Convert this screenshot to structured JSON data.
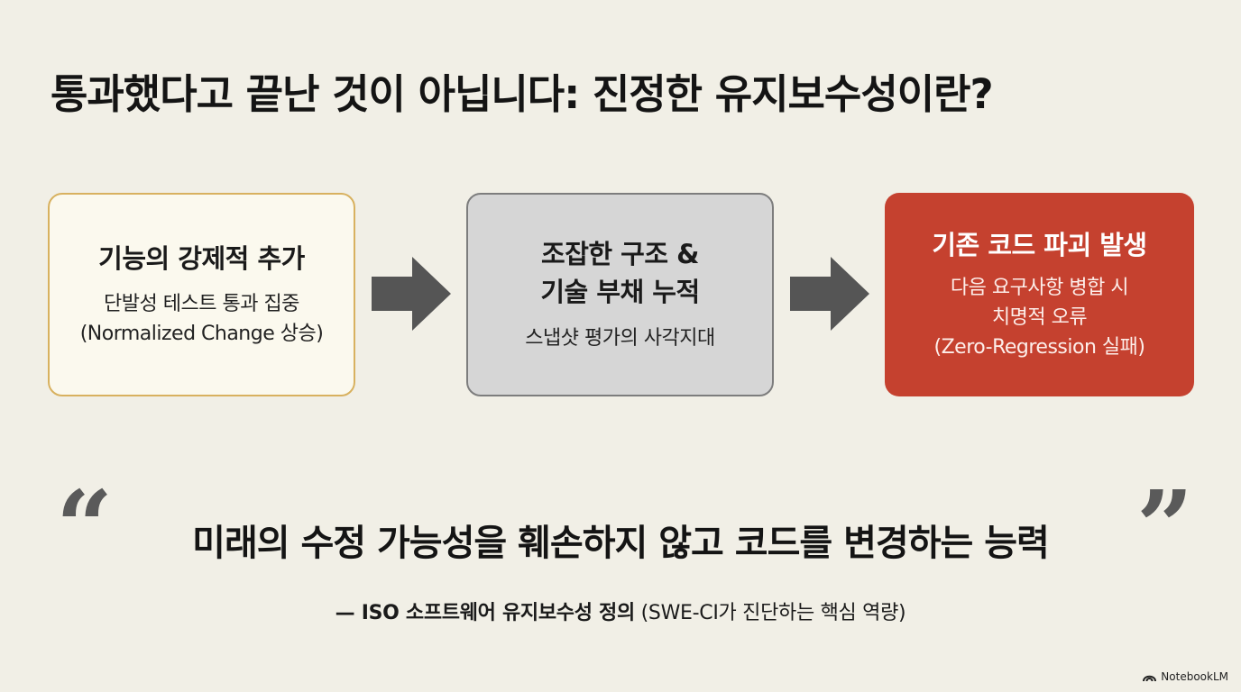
{
  "title": "통과했다고 끝난 것이 아닙니다: 진정한 유지보수성이란?",
  "steps": [
    {
      "title_lines": [
        "기능의 강제적 추가"
      ],
      "desc_lines": [
        "단발성 테스트 통과 집중",
        "(Normalized Change 상승)"
      ]
    },
    {
      "title_lines": [
        "조잡한 구조 &",
        "기술 부채 누적"
      ],
      "desc_lines": [
        "스냅샷 평가의 사각지대"
      ]
    },
    {
      "title_lines": [
        "기존 코드 파괴 발생"
      ],
      "desc_lines": [
        "다음 요구사항 병합 시",
        "치명적 오류",
        "(Zero-Regression 실패)"
      ]
    }
  ],
  "quote": {
    "open_mark": "“",
    "text": "미래의 수정 가능성을 훼손하지 않고 코드를 변경하는 능력",
    "close_mark": "”"
  },
  "attribution": {
    "bold": "— ISO 소프트웨어 유지보수성 정의",
    "rest": " (SWE-CI가 진단하는 핵심 역량)"
  },
  "brand": {
    "name": "NotebookLM",
    "icon": "notebooklm-logo-icon"
  },
  "colors": {
    "background": "#f1efe6",
    "step1_border": "#d8b15f",
    "step2_fill": "#d6d6d6",
    "step3_fill": "#c5412f",
    "arrow": "#555555"
  }
}
